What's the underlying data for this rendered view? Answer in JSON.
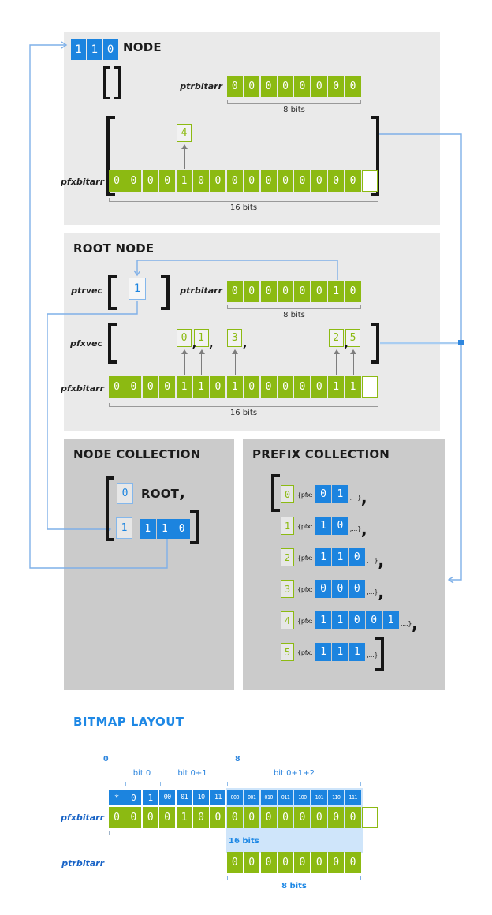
{
  "punct": {
    "comma": ","
  },
  "colors": {
    "green": "#8CBA12",
    "blue": "#1C84DF",
    "line_blue": "#7FB0E8",
    "heading_blue": "#1E88E5",
    "panel_light": "#EAEAEA",
    "panel_dark": "#CBCBCB"
  },
  "node_panel": {
    "title": "NODE",
    "node_bits": [
      "1",
      "1",
      "0"
    ],
    "ptrbitarr_label": "ptrbitarr",
    "ptrbitarr_bits": [
      "0",
      "0",
      "0",
      "0",
      "0",
      "0",
      "0",
      "0"
    ],
    "ptrbitarr_caption": "8 bits",
    "pfxvec_items": [
      "4"
    ],
    "pfxbitarr_label": "pfxbitarr",
    "pfxbitarr_bits": [
      "0",
      "0",
      "0",
      "0",
      "1",
      "0",
      "0",
      "0",
      "0",
      "0",
      "0",
      "0",
      "0",
      "0",
      "0"
    ],
    "pfxbitarr_caption": "16 bits"
  },
  "root_panel": {
    "title": "ROOT NODE",
    "ptrvec_label": "ptrvec",
    "ptrvec_items": [
      "1"
    ],
    "ptrbitarr_label": "ptrbitarr",
    "ptrbitarr_bits": [
      "0",
      "0",
      "0",
      "0",
      "0",
      "0",
      "1",
      "0"
    ],
    "ptrbitarr_caption": "8 bits",
    "pfxvec_label": "pfxvec",
    "pfxvec_items": [
      "0",
      "1",
      "3",
      "2",
      "5"
    ],
    "pfxbitarr_label": "pfxbitarr",
    "pfxbitarr_bits": [
      "0",
      "0",
      "0",
      "0",
      "1",
      "1",
      "0",
      "1",
      "0",
      "0",
      "0",
      "0",
      "0",
      "1",
      "1"
    ],
    "pfxbitarr_caption": "16 bits"
  },
  "node_collection": {
    "title": "NODE COLLECTION",
    "rows": [
      {
        "index": "0",
        "label": "ROOT"
      },
      {
        "index": "1",
        "bits": [
          "1",
          "1",
          "0"
        ]
      }
    ]
  },
  "prefix_collection": {
    "title": "PREFIX COLLECTION",
    "pfx_prefix": "{pfx:",
    "pfx_suffix": ",...}",
    "rows": [
      {
        "index": "0",
        "bits": [
          "0",
          "1"
        ]
      },
      {
        "index": "1",
        "bits": [
          "1",
          "0"
        ]
      },
      {
        "index": "2",
        "bits": [
          "1",
          "1",
          "0"
        ]
      },
      {
        "index": "3",
        "bits": [
          "0",
          "0",
          "0"
        ]
      },
      {
        "index": "4",
        "bits": [
          "1",
          "1",
          "0",
          "0",
          "1"
        ]
      },
      {
        "index": "5",
        "bits": [
          "1",
          "1",
          "1"
        ]
      }
    ]
  },
  "bitmap_layout": {
    "title": "BITMAP LAYOUT",
    "index_markers": [
      "0",
      "8"
    ],
    "group_labels": [
      "bit 0",
      "bit 0+1",
      "bit 0+1+2"
    ],
    "header_cells": [
      "*",
      "0",
      "1",
      "00",
      "01",
      "10",
      "11",
      "000",
      "001",
      "010",
      "011",
      "100",
      "101",
      "110",
      "111"
    ],
    "pfxbitarr_label": "pfxbitarr",
    "pfxbitarr_bits": [
      "0",
      "0",
      "0",
      "0",
      "1",
      "0",
      "0",
      "0",
      "0",
      "0",
      "0",
      "0",
      "0",
      "0",
      "0"
    ],
    "pfxbitarr_caption": "16 bits",
    "ptrbitarr_label": "ptrbitarr",
    "ptrbitarr_bits": [
      "0",
      "0",
      "0",
      "0",
      "0",
      "0",
      "0",
      "0"
    ],
    "ptrbitarr_caption": "8 bits"
  }
}
